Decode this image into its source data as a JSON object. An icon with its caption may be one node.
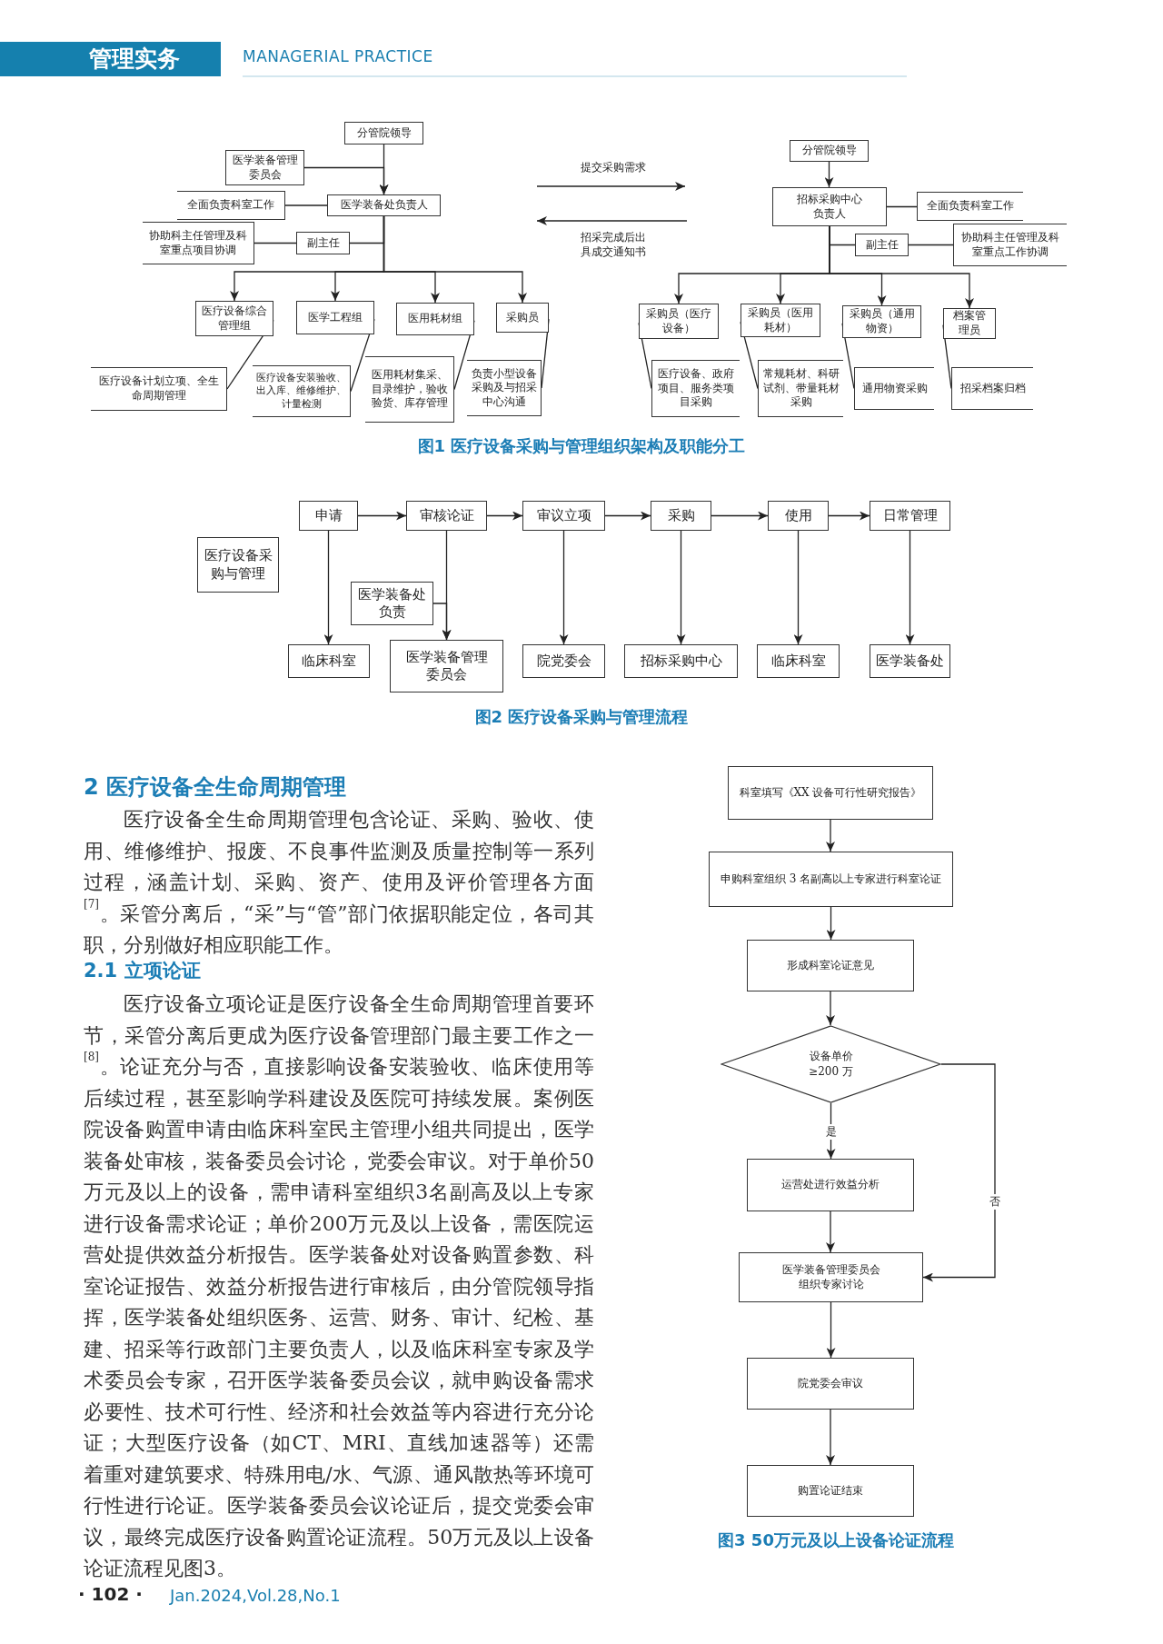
{
  "diagram": {
    "nodes": [
      {
        "text": [
          "分管院领导"
        ]
      },
      {
        "text": [
          "医学装备管理委员会"
        ]
      },
      {
        "text": [
          "全面负责科室工作"
        ]
      },
      {
        "text": [
          "医学装备处负责人"
        ]
      },
      {
        "text": [
          "协助科主任管理及科室重点项目协调"
        ]
      },
      {
        "text": [
          "副主任"
        ]
      },
      {
        "text": [
          "医疗设备综合管理组"
        ]
      },
      {
        "text": [
          "医学工程组"
        ]
      },
      {
        "text": [
          "医用耗材组"
        ]
      },
      {
        "text": [
          "采购员"
        ]
      },
      {
        "text": [
          "医疗设备计划立项、全生命周期管理"
        ]
      },
      {
        "text": [
          "医疗设备安装验收、出入库、维修维护、计量检测"
        ]
      },
      {
        "text": [
          "医用耗材集采、目录维护，验收验货、库存管理"
        ]
      },
      {
        "text": [
          "负责小型设备采购及与招采中心沟通"
        ]
      },
      {
        "text": [
          "分管院领导"
        ]
      },
      {
        "text": [
          "招标采购中心负责人"
        ]
      },
      {
        "text": [
          "全面负责科室工作"
        ]
      },
      {
        "text": [
          "副主任"
        ]
      },
      {
        "text": [
          "协助科主任管理及科室重点工作协调"
        ]
      },
      {
        "text": [
          "采购员（医疗设备）"
        ]
      },
      {
        "text": [
          "采购员（医用耗材）"
        ]
      },
      {
        "text": [
          "采购员（通用物资）"
        ]
      },
      {
        "text": [
          "档案管理员"
        ]
      },
      {
        "text": [
          "医疗设备、政府项目、服务类项目采购"
        ]
      },
      {
        "text": [
          "常规耗材、科研试剂、带量耗材采购"
        ]
      },
      {
        "text": [
          "通用物资采购"
        ]
      },
      {
        "text": [
          "招采档案归档"
        ]
      },
      {
        "text": [
          "申请"
        ]
      },
      {
        "text": [
          "审核论证"
        ]
      },
      {
        "text": [
          "审议立项"
        ]
      },
      {
        "text": [
          "采购"
        ]
      },
      {
        "text": [
          "使用"
        ]
      },
      {
        "text": [
          "日常管理"
        ]
      },
      {
        "text": [
          "医疗设备采购与管理"
        ]
      },
      {
        "text": [
          "医学装备处负责"
        ]
      },
      {
        "text": [
          "临床科室"
        ]
      },
      {
        "text": [
          "医学装备管理委员会"
        ]
      },
      {
        "text": [
          "院党委会"
        ]
      },
      {
        "text": [
          "招标采购中心"
        ]
      },
      {
        "text": [
          "临床科室"
        ]
      },
      {
        "text": [
          "医学装备处"
        ]
      },
      {
        "text": [
          "科室填写《XX 设备可行性研究报告》"
        ]
      },
      {
        "text": [
          "申购科室组织 3 名副高以上专家进行科室论证"
        ]
      },
      {
        "text": [
          "形成科室论证意见"
        ]
      },
      {
        "text": [
          "设备单价≥200 万"
        ]
      },
      {
        "text": [
          "运营处进行效益分析"
        ]
      },
      {
        "text": [
          "医学装备管理委员会组织专家讨论"
        ]
      },
      {
        "text": [
          "院党委会审议"
        ]
      },
      {
        "text": [
          "购置论证结束"
        ]
      }
    ],
    "edges": [
      {
        "from": 0,
        "to": 3,
        "arrow": "to"
      },
      {
        "from": 1,
        "to": 3,
        "arrow": "to"
      },
      {
        "from": 3,
        "to": 2,
        "arrow": "none"
      },
      {
        "from": 3,
        "to": 5,
        "arrow": "none"
      },
      {
        "from": 5,
        "to": 4,
        "arrow": "none"
      },
      {
        "from": 3,
        "to": 6,
        "arrow": "to"
      },
      {
        "from": 3,
        "to": 7,
        "arrow": "to"
      },
      {
        "from": 3,
        "to": 8,
        "arrow": "to"
      },
      {
        "from": 3,
        "to": 9,
        "arrow": "to"
      },
      {
        "from": 6,
        "to": 10,
        "arrow": "none"
      },
      {
        "from": 7,
        "to": 11,
        "arrow": "none"
      },
      {
        "from": 8,
        "to": 12,
        "arrow": "none"
      },
      {
        "from": 9,
        "to": 13,
        "arrow": "none"
      },
      {
        "from": 14,
        "to": 15,
        "arrow": "to"
      },
      {
        "from": 15,
        "to": 16,
        "arrow": "none"
      },
      {
        "from": 15,
        "to": 17,
        "arrow": "none"
      },
      {
        "from": 17,
        "to": 18,
        "arrow": "none"
      },
      {
        "from": 15,
        "to": 19,
        "arrow": "to"
      },
      {
        "from": 15,
        "to": 20,
        "arrow": "to"
      },
      {
        "from": 15,
        "to": 21,
        "arrow": "to"
      },
      {
        "from": 15,
        "to": 22,
        "arrow": "to"
      },
      {
        "from": 19,
        "to": 23,
        "arrow": "none"
      },
      {
        "from": 20,
        "to": 24,
        "arrow": "none"
      },
      {
        "from": 21,
        "to": 25,
        "arrow": "none"
      },
      {
        "from": 22,
        "to": 26,
        "arrow": "none"
      },
      {
        "from": 27,
        "to": 28,
        "arrow": "to"
      },
      {
        "from": 28,
        "to": 29,
        "arrow": "to"
      },
      {
        "from": 29,
        "to": 30,
        "arrow": "to"
      },
      {
        "from": 30,
        "to": 31,
        "arrow": "to"
      },
      {
        "from": 31,
        "to": 32,
        "arrow": "to"
      },
      {
        "from": 27,
        "to": 35,
        "arrow": "to"
      },
      {
        "from": 28,
        "to": 36,
        "arrow": "to"
      },
      {
        "from": 29,
        "to": 37,
        "arrow": "to"
      },
      {
        "from": 30,
        "to": 38,
        "arrow": "to"
      },
      {
        "from": 31,
        "to": 39,
        "arrow": "to"
      },
      {
        "from": 32,
        "to": 40,
        "arrow": "to"
      },
      {
        "from": 34,
        "to": 36,
        "arrow": "to"
      },
      {
        "from": 41,
        "to": 42,
        "arrow": "to"
      },
      {
        "from": 42,
        "to": 43,
        "arrow": "to"
      },
      {
        "from": 43,
        "to": 44,
        "arrow": "to"
      },
      {
        "from": 44,
        "to": 45,
        "arrow": "to",
        "label": "是"
      },
      {
        "from": 44,
        "to": 46,
        "arrow": "to",
        "label": "否"
      },
      {
        "from": 45,
        "to": 46,
        "arrow": "to"
      },
      {
        "from": 46,
        "to": 47,
        "arrow": "to"
      },
      {
        "from": 47,
        "to": 48,
        "arrow": "to"
      }
    ],
    "labels": [
      "管理实务",
      "MANAGERIAL PRACTICE",
      "提交采购需求",
      "招采完成后出具成交通知书",
      "图1 医疗设备采购与管理组织架构及职能分工",
      "图2 医疗设备采购与管理流程",
      "2 医疗设备全生命周期管理",
      "医疗设备全生命周期管理包含论证、采购、验收、使用、维修维护、报废、不良事件监测及质量控制等一系列过程，涵盖计划、采购、资产、使用及评价管理各方面$^{[7]}$。采管分离后，“采”与“管”部门依据职能定位，各司其职，分别做好相应职能工作。",
      "2.1 立项论证",
      "医疗设备立项论证是医疗设备全生命周期管理首要环节，采管分离后更成为医疗设备管理部门最主要工作之一$^{[8]}$。论证充分与否，直接影响设备安装验收、临床使用等后续过程，甚至影响学科建设及医院可持续发展。案例医院设备购置申请由临床科室民主管理小组共同提出，医学装备处审核，装备委员会讨论，党委会审议。对于单价50万元及以上的设备，需申请科室组织3名副高及以上专家进行设备需求论证；单价200万元及以上设备，需医院运营处提供效益分析报告。医学装备处对设备购置参数、科室论证报告、效益分析报告进行审核后，由分管院领导指挥，医学装备处组织医务、运营、财务、审计、纪检、基建、招采等行政部门主要负责人，以及临床科室专家及学术委员会专家，召开医学装备委员会议，就申购设备需求必要性、技术可行性、经济和社会效益等内容进行充分论证；大型医疗设备（如CT、MRI、直线加速器等）还需着重对建筑要求、特殊用电/水、气源、通风散热等环境可行性进行论证。医学装备委员会议论证后，提交党委会审议，最终完成医疗设备购置论证流程。50万元及以上设备论证流程见图3。",
      "图3 50万元及以上设备论证流程",
      "· 102 ·",
      "Jan.2024,Vol.28,No.1"
    ]
  }
}
